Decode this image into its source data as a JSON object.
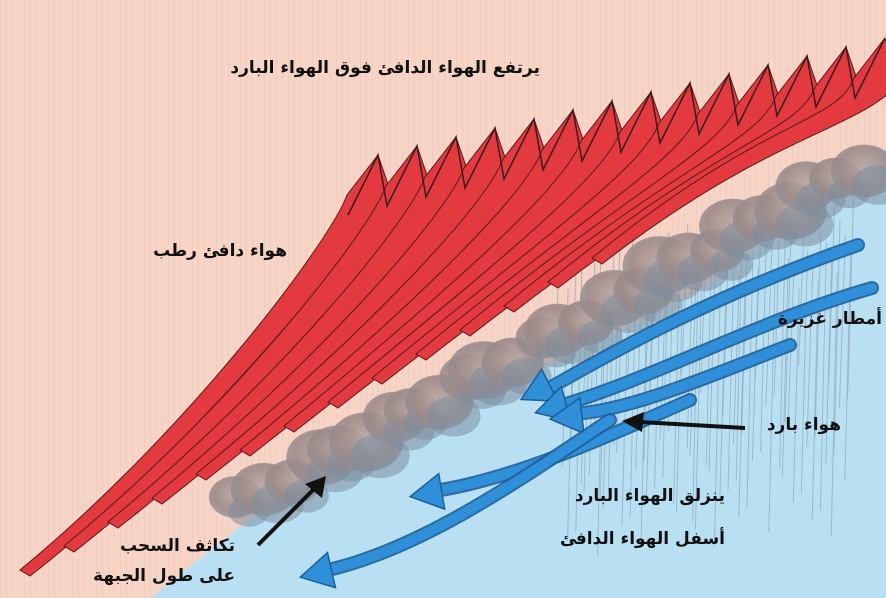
{
  "labels": {
    "warm_air_rises": "يرتفع الهواء الدافئ فوق الهواء البارد",
    "warm_humid_air": "هواء دافئ رطب",
    "heavy_rain": "أمطار غزيرة",
    "cold_air": "هواء بارد",
    "cold_air_slides_line1": "ينزلق الهواء البارد",
    "cold_air_slides_line2": "أسفل الهواء الدافئ",
    "cloud_condensation_line1": "تكاثف السحب",
    "cloud_condensation_line2": "على طول الجبهة"
  },
  "colors": {
    "warm_air_region": "#f6d4c6",
    "cold_air_region": "#b9e0f2",
    "warm_arrows": "#e23a3f",
    "cold_arrows": "#2f8fd9",
    "clouds": "#a58f8c",
    "label_text": "#111111"
  }
}
